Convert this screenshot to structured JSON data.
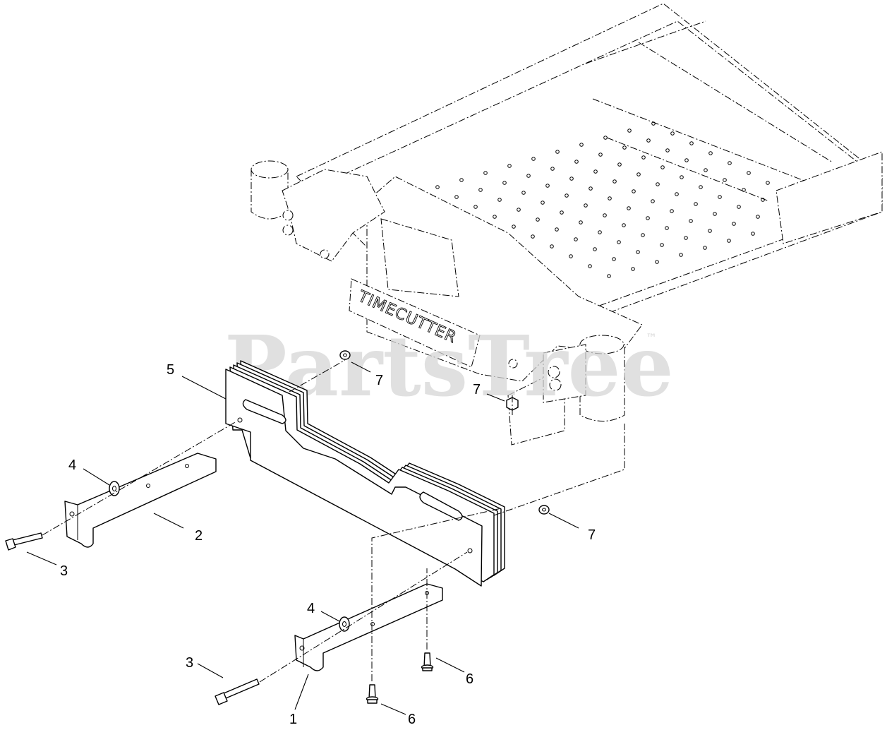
{
  "watermark": {
    "text": "PartsTree",
    "trademark": "™"
  },
  "deck_brand": "TIMECUTTER",
  "callouts": [
    {
      "id": "c5",
      "label": "5"
    },
    {
      "id": "c7a",
      "label": "7"
    },
    {
      "id": "c7b",
      "label": "7"
    },
    {
      "id": "c7c",
      "label": "7"
    },
    {
      "id": "c4a",
      "label": "4"
    },
    {
      "id": "c2",
      "label": "2"
    },
    {
      "id": "c3a",
      "label": "3"
    },
    {
      "id": "c4b",
      "label": "4"
    },
    {
      "id": "c3b",
      "label": "3"
    },
    {
      "id": "c6a",
      "label": "6"
    },
    {
      "id": "c1",
      "label": "1"
    },
    {
      "id": "c6b",
      "label": "6"
    }
  ],
  "colors": {
    "line": "#000000",
    "background": "#ffffff",
    "watermark": "#d6d6d6"
  }
}
